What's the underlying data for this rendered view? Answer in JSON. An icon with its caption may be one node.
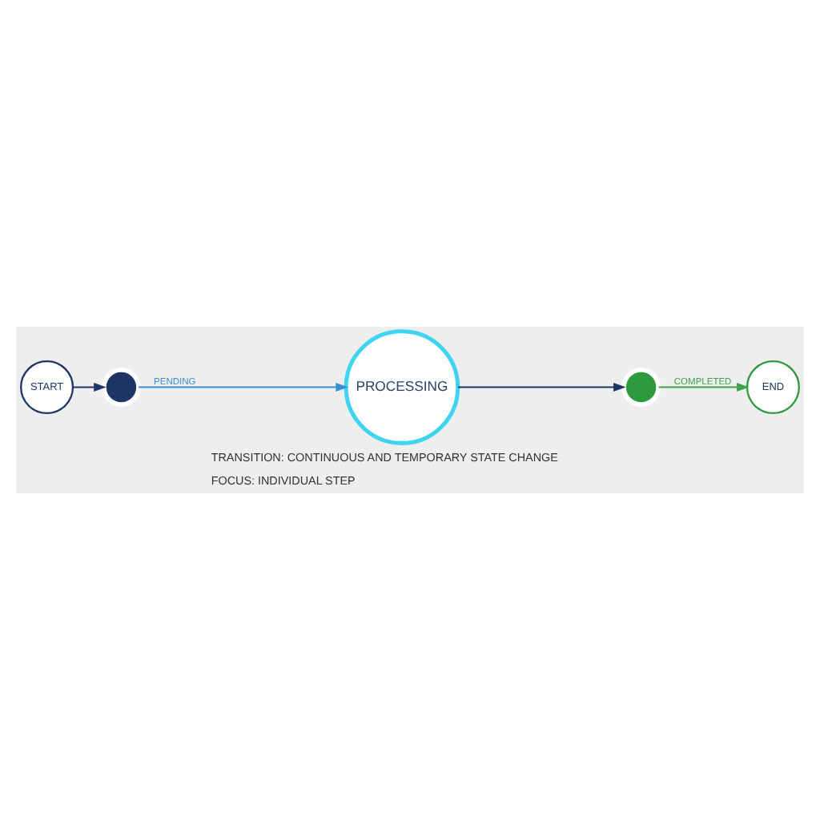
{
  "diagram": {
    "nodes": [
      {
        "text": [
          "START"
        ]
      },
      {
        "text": [],
        "shape": "circle"
      },
      {
        "text": [
          "PROCESSING"
        ]
      },
      {
        "text": [],
        "shape": "circle"
      },
      {
        "text": [
          "END"
        ]
      }
    ],
    "edges": [
      {
        "from": 0,
        "to": 1,
        "arrow": "to"
      },
      {
        "from": 1,
        "to": 2,
        "arrow": "to",
        "label": "PENDING",
        "color": "#3a8fd0"
      },
      {
        "from": 2,
        "to": 3,
        "arrow": "to"
      },
      {
        "from": 3,
        "to": 4,
        "arrow": "to",
        "label": "COMPLETED",
        "color": "#3fa34d"
      }
    ],
    "labels": [
      "TRANSITION: CONTINUOUS AND TEMPORARY STATE CHANGE",
      "FOCUS: INDIVIDUAL STEP"
    ]
  }
}
